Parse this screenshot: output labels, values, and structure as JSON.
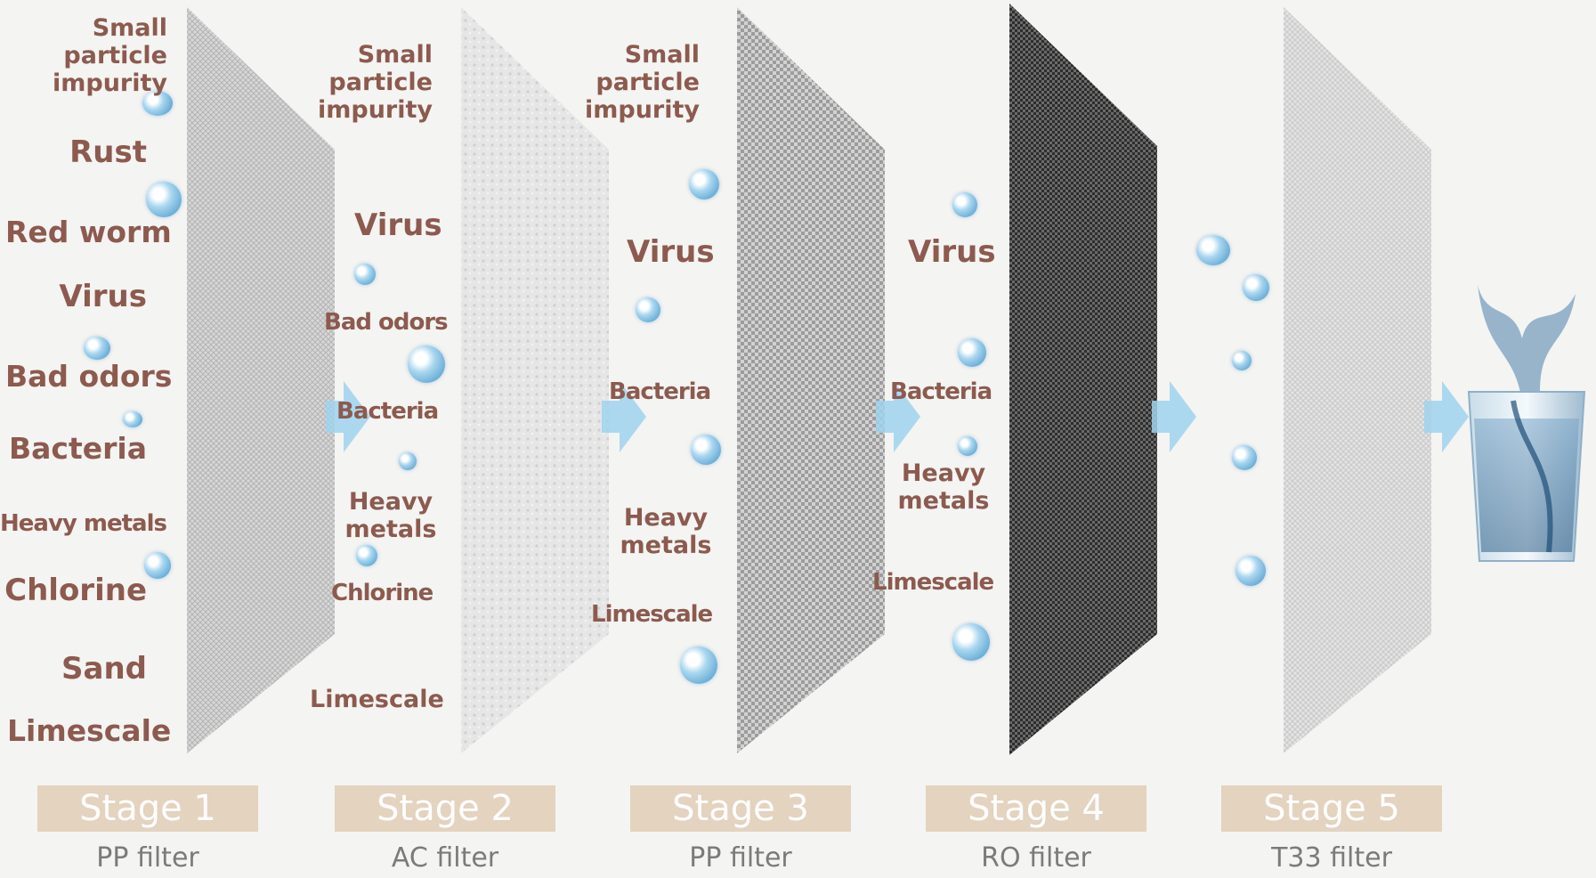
{
  "contaminants": {
    "stage1": {
      "small_particle": "Small particle\nimpurity",
      "rust": "Rust",
      "red_worm": "Red worm",
      "virus": "Virus",
      "bad_odors": "Bad odors",
      "bacteria": "Bacteria",
      "heavy_metals": "Heavy metals",
      "chlorine": "Chlorine",
      "sand": "Sand",
      "limescale": "Limescale"
    },
    "stage2": {
      "small_particle": "Small particle\nimpurity",
      "virus": "Virus",
      "bad_odors": "Bad odors",
      "bacteria": "Bacteria",
      "heavy_metals": "Heavy\nmetals",
      "chlorine": "Chlorine",
      "limescale": "Limescale"
    },
    "stage3": {
      "small_particle": "Small particle\nimpurity",
      "virus": "Virus",
      "bacteria": "Bacteria",
      "heavy_metals": "Heavy\nmetals",
      "limescale": "Limescale"
    },
    "stage4": {
      "virus": "Virus",
      "bacteria": "Bacteria",
      "heavy_metals": "Heavy\nmetals",
      "limescale": "Limescale"
    }
  },
  "stages": [
    {
      "badge": "Stage 1",
      "filter": "PP filter"
    },
    {
      "badge": "Stage 2",
      "filter": "AC filter"
    },
    {
      "badge": "Stage 3",
      "filter": "PP filter"
    },
    {
      "badge": "Stage 4",
      "filter": "RO filter"
    },
    {
      "badge": "Stage 5",
      "filter": "T33 filter"
    }
  ],
  "colors": {
    "label_text": "#8c5a4e",
    "badge_bg": "#e3d3bf",
    "filter1": "#c9c9c9",
    "filter2": "#dcdcdc",
    "filter3": "#a9a9a9",
    "filter4": "#3c3c3c",
    "filter5": "#d6d6d6",
    "arrow": "#9fd2ee"
  }
}
